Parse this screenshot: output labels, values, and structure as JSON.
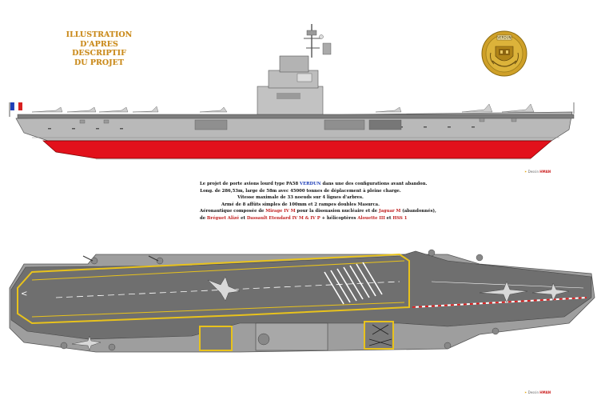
{
  "caption": {
    "lines": [
      "ILLUSTRATION",
      "D'APRES",
      "DESCRIPTIF",
      "DU PROJET"
    ],
    "color": "#c98a1e"
  },
  "emblem": {
    "label": "VERDUN",
    "color": "#d4a017"
  },
  "signature": {
    "name": "HMAN",
    "prefix": "Dessin"
  },
  "description": {
    "line1_pre": "Le projet de porte avions lourd type PA58 ",
    "line1_name": "VERDUN",
    "line1_post": " dans une des configurations avant abandon.",
    "line2": "Long. de 286,53m, large de 58m avec 45000 tonnes de déplacement à pleine charge.",
    "line3": "Vitesse maximale de 33 noeuds sur 4 lignes d'arbres.",
    "line4": "Armé de 8 affûts simples de 100mm et 2 rampes doubles Masurca.",
    "line5_pre": "Aéronautique composée de ",
    "line5_a": "Mirage IV M",
    "line5_mid": " pour la dissuasion nucléaire et de ",
    "line5_b": "Jaguar M",
    "line5_post": " (abandonnés),",
    "line6_pre": "de ",
    "line6_a": "Bréguet Alizé",
    "line6_mid": " et ",
    "line6_b": "Dassault Etendard IV M & IV P",
    "line6_mid2": " + hélicoptères ",
    "line6_c": "Alouette III",
    "line6_and": " et ",
    "line6_d": "HSS 1"
  },
  "colors": {
    "hull_grey": "#b9b9b9",
    "hull_red": "#e2111b",
    "deck_grey": "#6f6f6f",
    "deck_yellow": "#e8c21c",
    "flag_blue": "#1f3fb8",
    "flag_red": "#d82020"
  },
  "views": {
    "profile": "ship-profile-view",
    "plan": "flight-deck-plan-view"
  }
}
